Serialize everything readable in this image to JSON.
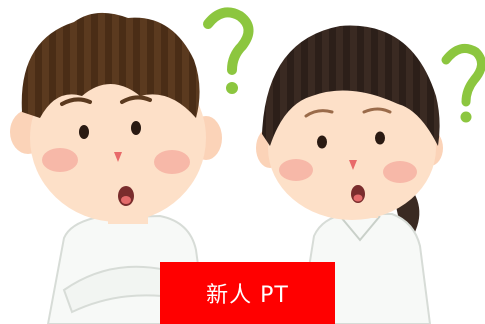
{
  "caption": {
    "text": "新人 PT",
    "background": "#ff0000",
    "color": "#ffffff"
  },
  "illustration": {
    "left_figure": "confused-male-nurse",
    "right_figure": "confused-female-nurse",
    "question_mark_color": "#8cc63f",
    "skin_color": "#fde0c8",
    "uniform_color": "#f7f9f7",
    "male_hair_color": "#5b3a1f",
    "female_hair_color": "#3a2a22"
  }
}
